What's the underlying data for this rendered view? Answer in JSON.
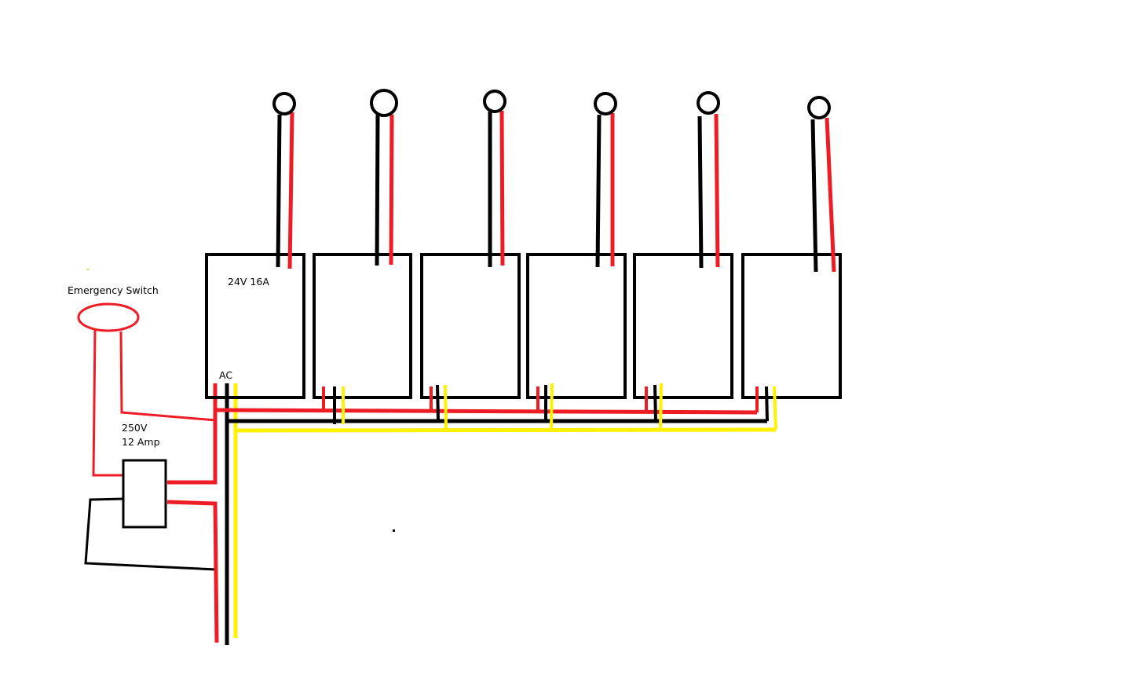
{
  "labels": {
    "emergency_switch": "Emergency Switch",
    "psu_rating": "24V 16A",
    "ac_input": "AC",
    "breaker_voltage": "250V",
    "breaker_current": "12 Amp"
  },
  "colors": {
    "background": "#ffffff",
    "outline": "#000000",
    "live": "#ee1c24",
    "neutral": "#000000",
    "earth": "#fff200"
  },
  "components": {
    "power_supplies": 6,
    "sensors": 6,
    "breakers": 1,
    "emergency_switches": 1
  }
}
